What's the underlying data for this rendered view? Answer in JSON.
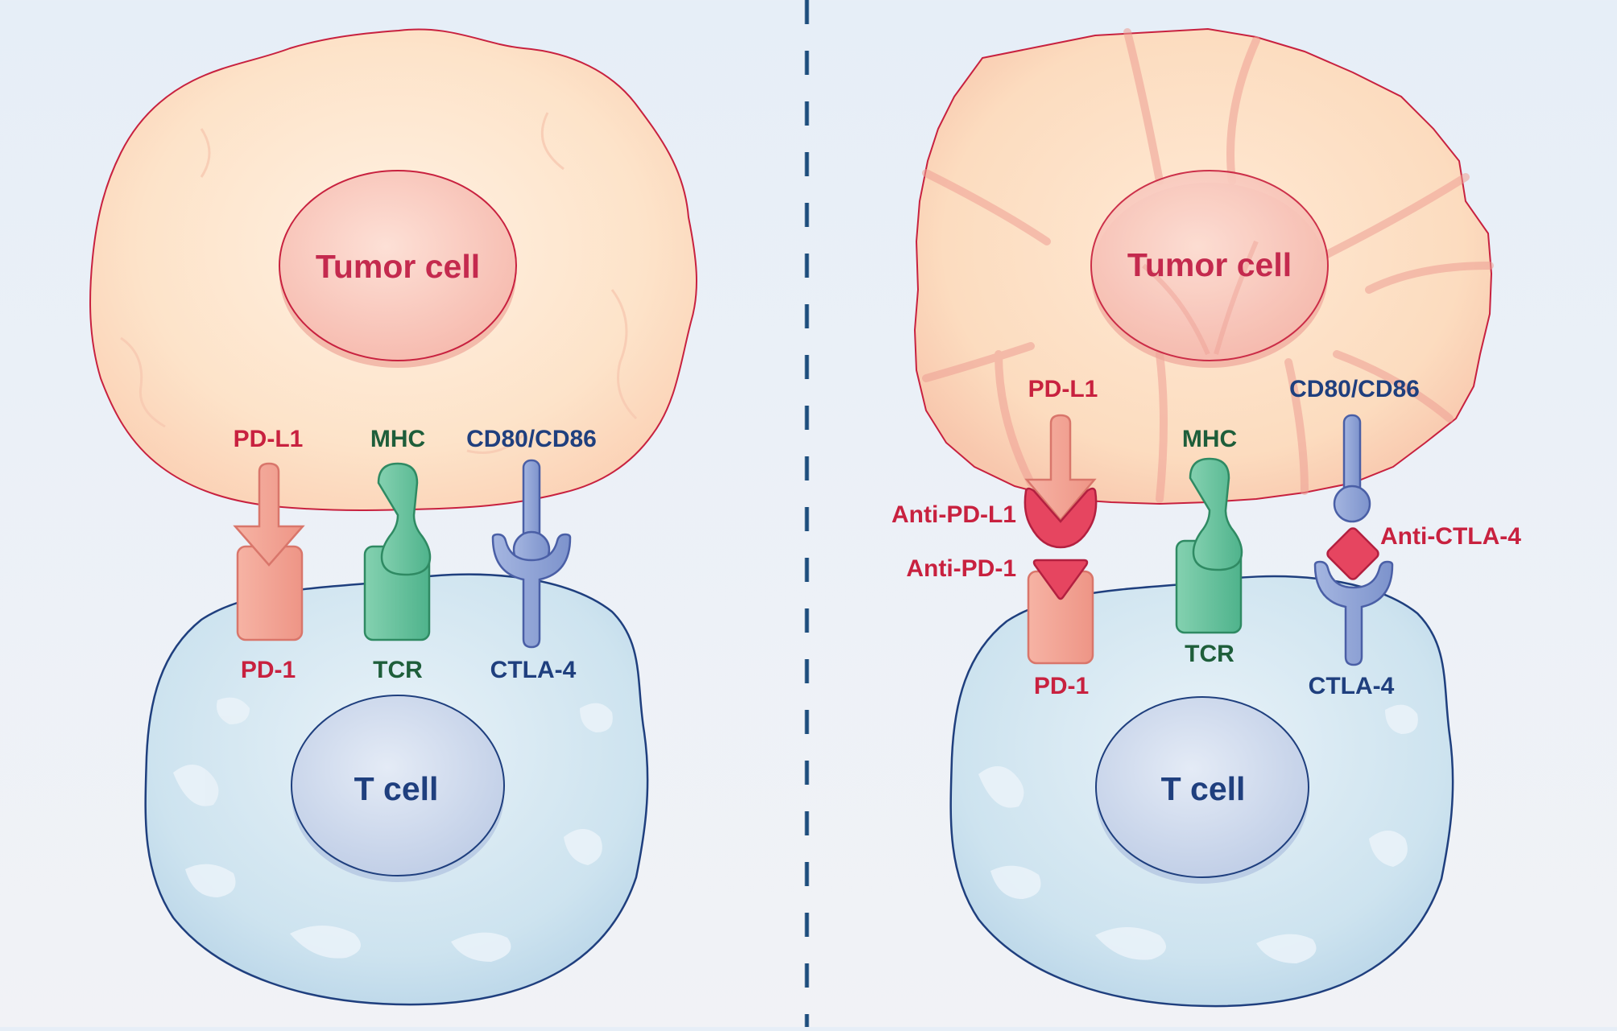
{
  "left_panel": {
    "tumor_cell_label": "Tumor cell",
    "t_cell_label": "T cell",
    "labels": {
      "pd_l1": "PD-L1",
      "mhc": "MHC",
      "cd80_cd86": "CD80/CD86",
      "pd_1": "PD-1",
      "tcr": "TCR",
      "ctla_4": "CTLA-4"
    }
  },
  "right_panel": {
    "tumor_cell_label": "Tumor cell",
    "t_cell_label": "T cell",
    "labels": {
      "pd_l1": "PD-L1",
      "mhc": "MHC",
      "cd80_cd86": "CD80/CD86",
      "pd_1": "PD-1",
      "tcr": "TCR",
      "ctla_4": "CTLA-4",
      "anti_pd_l1": "Anti-PD-L1",
      "anti_pd_1": "Anti-PD-1",
      "anti_ctla_4": "Anti-CTLA-4"
    }
  },
  "colors": {
    "tumor_fill": "#fde3c9",
    "tumor_outline": "#c8213f",
    "t_cell_fill": "#cde3ef",
    "t_cell_outline": "#1f3f7e",
    "pd_color": "#f4a79a",
    "mhc_tcr_color": "#6cc4a1",
    "cd80_ctla4_color": "#8fa3d6",
    "antibody_color": "#e64560",
    "divider": "#1f4f7e"
  }
}
